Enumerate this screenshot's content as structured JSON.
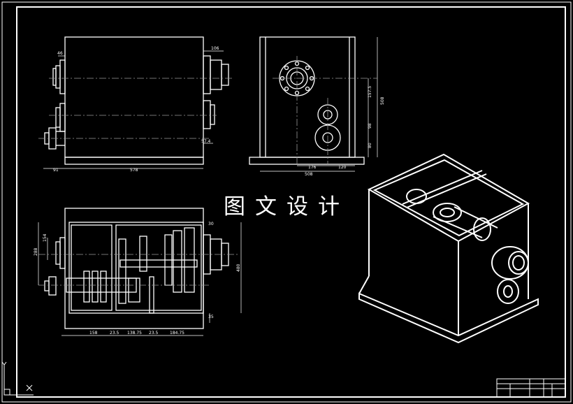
{
  "watermark": "图文设计",
  "front_view": {
    "dims": [
      "46",
      "106",
      "57.4",
      "91",
      "578"
    ]
  },
  "side_view": {
    "dims": [
      "157.5",
      "508",
      "98",
      "80",
      "176",
      "120",
      "508"
    ]
  },
  "top_view": {
    "dims": [
      "154",
      "288",
      "480",
      "30",
      "35",
      "158",
      "23.5",
      "138.75",
      "23.5",
      "184.75"
    ]
  },
  "title_block": {
    "name": "",
    "scale": "",
    "sheet": ""
  },
  "colors": {
    "background": "#000000",
    "line": "#ffffff",
    "center_line": "#9a9a9a"
  }
}
